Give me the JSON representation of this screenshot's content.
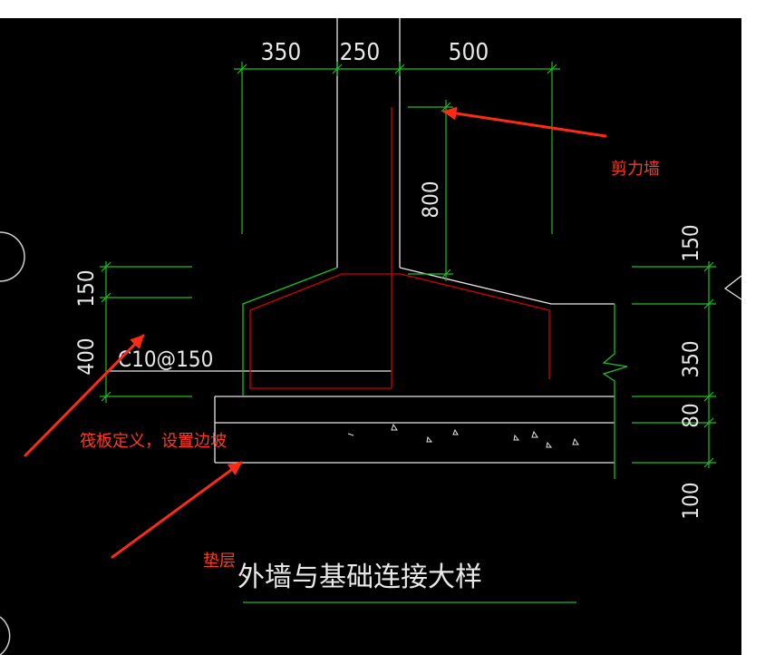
{
  "canvas_bg": "#ffffff",
  "drawing_bg": "#000000",
  "colors": {
    "dimension_line": "#1fbf1f",
    "outline": "#e6e6e6",
    "rebar": "#d40000",
    "annotation": "#ff3a1e"
  },
  "dimensions": {
    "top": [
      "350",
      "250",
      "500"
    ],
    "wall_height": "800",
    "left": [
      "150",
      "400"
    ],
    "right": [
      "150",
      "350",
      "80",
      "100"
    ]
  },
  "rebar_label": "C10@150",
  "title": "外墙与基础连接大样",
  "annotations": {
    "shear_wall": "剪力墙",
    "raft": "筏板定义，设置边坡",
    "cushion": "垫层"
  }
}
